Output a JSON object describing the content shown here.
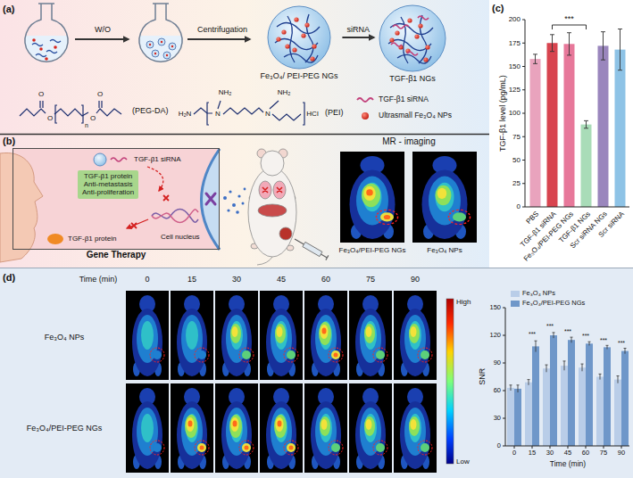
{
  "diagram": {
    "nodes": [
      {
        "text": [
          "Fe₃O₄/ PEI-PEG NGs"
        ]
      },
      {
        "text": [
          "TGF-β1 NGs"
        ]
      },
      {
        "text": [
          "Gene Therapy"
        ]
      },
      {
        "text": [
          "TGF-β1 protein",
          "Anti-metastasis",
          "Anti-proliferation"
        ],
        "in": 2
      }
    ],
    "edges": [
      {
        "from": 0,
        "to": 1,
        "label": "siRNA",
        "arrow": "to"
      }
    ],
    "labels": [
      "(a)",
      "W/O",
      "Centrifugation",
      "O",
      "O",
      "O",
      "O",
      "n",
      "(PEG-DA)",
      "NH₂",
      "NH₂",
      "N",
      "N",
      "H₂N",
      "HCl",
      "(PEI)",
      "(b)",
      "TGF-β1 siRNA",
      "Cell nucleus",
      "TGF-β1 protein",
      "MR - imaging",
      "Fe₃O₄/PEI-PEG NGs",
      "Fe₃O₄ NPs",
      "(c)",
      "TGF-β1 level (pg/mL)",
      "0",
      "25",
      "50",
      "75",
      "100",
      "125",
      "150",
      "175",
      "200",
      "PBS",
      "TGF-β1 siRNA",
      "Fe₃O₄/PEI-PEG NGs",
      "TGF-β1 NGs",
      "Scr siRNA NGs",
      "Scr siRNA",
      "***",
      "(d)",
      "Time (min)",
      "0",
      "15",
      "30",
      "45",
      "60",
      "75",
      "90",
      "Fe₃O₄ NPs",
      "Fe₃O₄/PEI-PEG NGs",
      "High",
      "Low",
      "0",
      "30",
      "60",
      "90",
      "120",
      "150",
      "SNR",
      "0",
      "15",
      "30",
      "45",
      "60",
      "75",
      "90",
      "Time (min)",
      "***",
      "***",
      "***",
      "***",
      "***",
      "***"
    ],
    "legend": [
      {
        "text": "TGF-β1 siRNA"
      },
      {
        "text": "Ultrasmall Fe₃O₄ NPs"
      },
      {
        "text": "Fe₃O₄ NPs",
        "color": "#b9cde8"
      },
      {
        "text": "Fe₃O₄/PEI-PEG NGs",
        "color": "#6f97c9"
      }
    ]
  }
}
